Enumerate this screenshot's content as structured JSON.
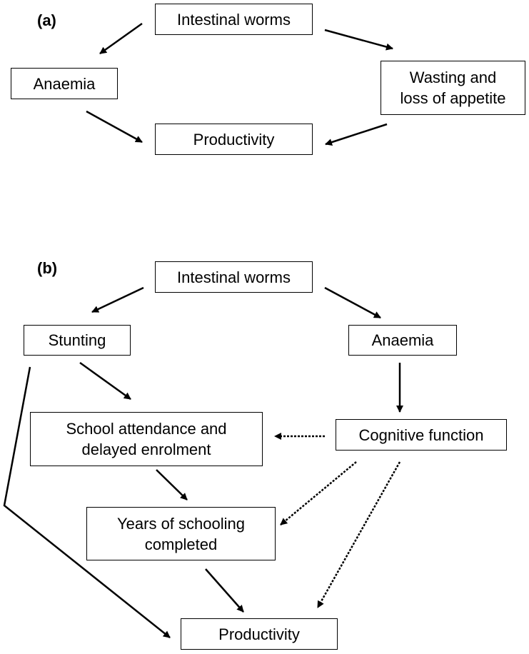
{
  "panel_a": {
    "label": "(a)",
    "nodes": {
      "worms": "Intestinal worms",
      "anaemia": "Anaemia",
      "wasting": "Wasting and\nloss of appetite",
      "productivity": "Productivity"
    }
  },
  "panel_b": {
    "label": "(b)",
    "nodes": {
      "worms": "Intestinal worms",
      "stunting": "Stunting",
      "anaemia": "Anaemia",
      "school": "School attendance and\ndelayed enrolment",
      "cognitive": "Cognitive function",
      "years": "Years of schooling\ncompleted",
      "productivity": "Productivity"
    }
  }
}
